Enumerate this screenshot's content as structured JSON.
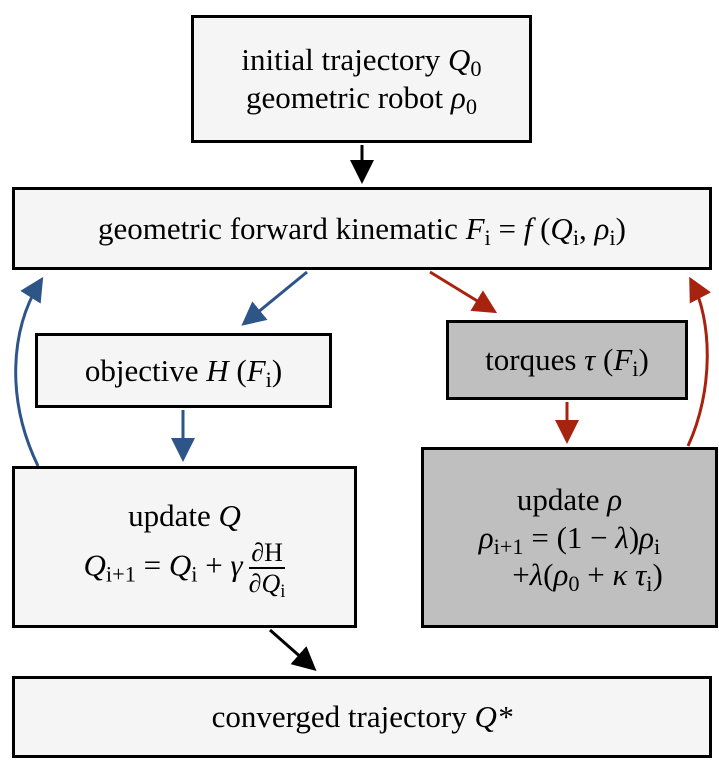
{
  "boxes": {
    "initial": {
      "line1_text": "initial trajectory ",
      "line1_sym": "Q",
      "line1_sub": "0",
      "line2_text": "geometric robot ",
      "line2_sym": "ρ",
      "line2_sub": "0"
    },
    "forward_kinematic": {
      "text": "geometric forward kinematic ",
      "formula_lhs": "F",
      "formula_lhs_sub": "i",
      "formula_eq": " = ",
      "formula_f": "f",
      "formula_open": " (",
      "formula_q": "Q",
      "formula_q_sub": "i",
      "formula_sep": ", ",
      "formula_rho": "ρ",
      "formula_rho_sub": "i",
      "formula_close": ")"
    },
    "objective": {
      "text": "objective ",
      "sym": "H",
      "open": " (",
      "arg": "F",
      "arg_sub": "i",
      "close": ")"
    },
    "torques": {
      "text": "torques ",
      "sym": "τ",
      "open": " (",
      "arg": "F",
      "arg_sub": "i",
      "close": ")"
    },
    "update_q": {
      "title_text": "update ",
      "title_sym": "Q",
      "eq_lhs": "Q",
      "eq_lhs_sub": "i+1",
      "eq_mid": " = ",
      "eq_q": "Q",
      "eq_q_sub": "i",
      "eq_plus": " + ",
      "eq_gamma": "γ",
      "frac_num": "∂H",
      "frac_den_partial": "∂",
      "frac_den_q": "Q",
      "frac_den_sub": "i"
    },
    "update_rho": {
      "title_text": "update ",
      "title_sym": "ρ",
      "eq_lhs": "ρ",
      "eq_lhs_sub": "i+1",
      "eq_mid": " = (1 − ",
      "eq_lambda": "λ",
      "eq_close": ")",
      "eq_rho": "ρ",
      "eq_rho_sub": "i",
      "eq2_plus": "+",
      "eq2_lambda": "λ",
      "eq2_open": "(",
      "eq2_rho": "ρ",
      "eq2_rho_sub": "0",
      "eq2_plus2": " + ",
      "eq2_kappa": "κ",
      "eq2_tau": " τ",
      "eq2_tau_sub": "i",
      "eq2_close": ")"
    },
    "converged": {
      "text": "converged trajectory ",
      "sym": "Q*"
    }
  },
  "colors": {
    "black_arrow": "#000000",
    "blue_arrow": "#2e5588",
    "red_arrow": "#a8230f",
    "light_box": "#f5f5f5",
    "dark_box": "#bfbfbf"
  }
}
